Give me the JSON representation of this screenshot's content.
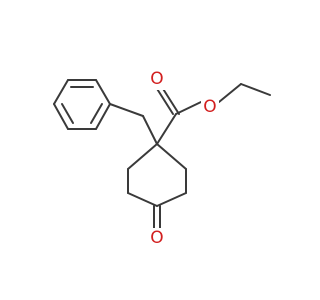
{
  "molecule": {
    "atoms": {
      "carbonyl_oxygen": "O",
      "ester_oxygen": "O",
      "ketone_oxygen": "O"
    },
    "colors": {
      "bond": "#3a3a3a",
      "oxygen": "#d21f1f",
      "background": "#ffffff"
    }
  }
}
